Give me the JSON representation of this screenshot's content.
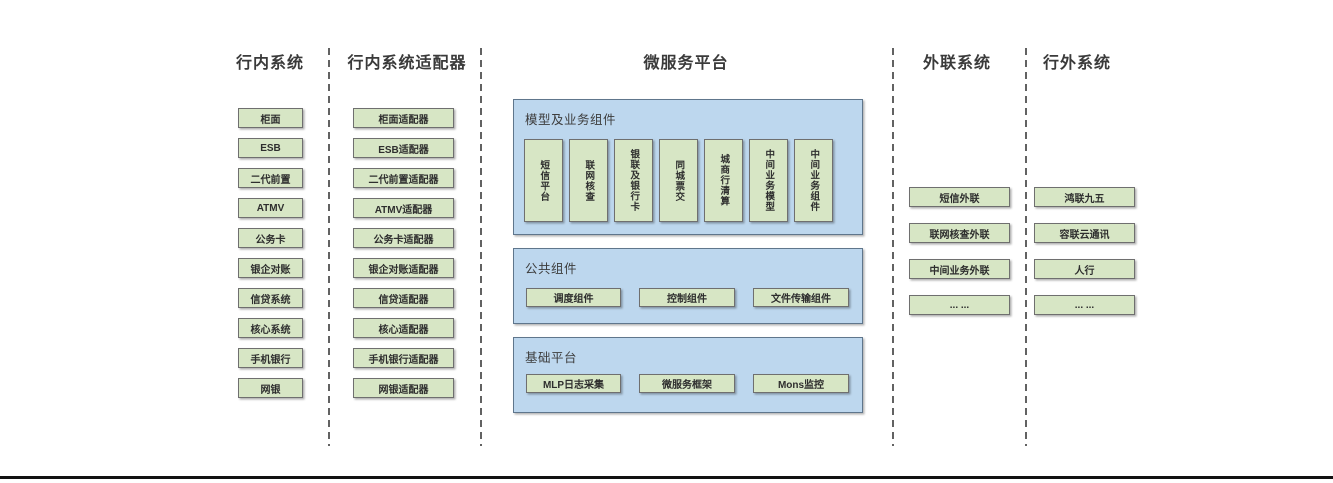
{
  "colors": {
    "node_fill_green": "#d7e6c5",
    "node_border": "#6f6f6f",
    "container_fill_blue": "#bdd7ee",
    "container_border": "#5f768c",
    "title_text": "#3a3a3a",
    "bottom_rule": "#111111"
  },
  "columns": {
    "inbank": {
      "title": "行内系统",
      "items": [
        "柜面",
        "ESB",
        "二代前置",
        "ATMV",
        "公务卡",
        "银企对账",
        "信贷系统",
        "核心系统",
        "手机银行",
        "网银"
      ]
    },
    "adapters": {
      "title": "行内系统适配器",
      "items": [
        "柜面适配器",
        "ESB适配器",
        "二代前置适配器",
        "ATMV适配器",
        "公务卡适配器",
        "银企对账适配器",
        "信贷适配器",
        "核心适配器",
        "手机银行适配器",
        "网银适配器"
      ]
    },
    "platform": {
      "title": "微服务平台",
      "containers": {
        "model": {
          "label": "模型及业务组件",
          "items": [
            "短信平台",
            "联网核查",
            "银联及银行卡",
            "同城票交",
            "城商行清算",
            "中间业务模型",
            "中间业务组件"
          ]
        },
        "common": {
          "label": "公共组件",
          "items": [
            "调度组件",
            "控制组件",
            "文件传输组件"
          ]
        },
        "base": {
          "label": "基础平台",
          "items": [
            "MLP日志采集",
            "微服务框架",
            "Mons监控"
          ]
        }
      }
    },
    "outbound": {
      "title": "外联系统",
      "items": [
        "短信外联",
        "联网核查外联",
        "中间业务外联",
        "... ..."
      ]
    },
    "external": {
      "title": "行外系统",
      "items": [
        "鸿联九五",
        "容联云通讯",
        "人行",
        "... ..."
      ]
    }
  }
}
